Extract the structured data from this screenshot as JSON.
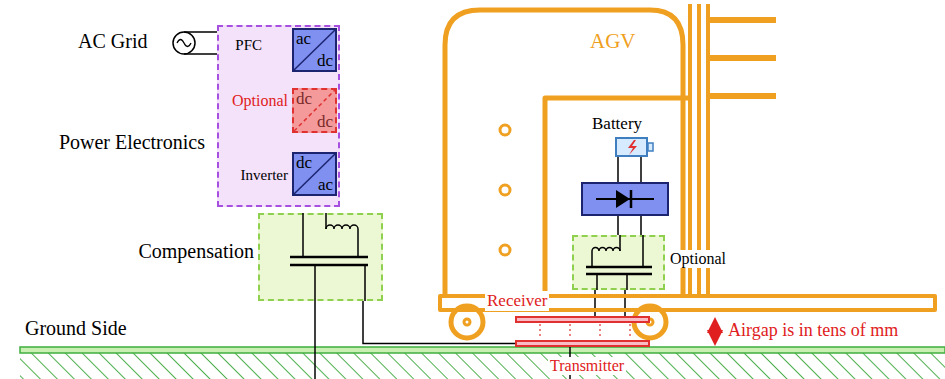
{
  "diagram": {
    "nodes": [
      {
        "text": [
          "AC Grid"
        ]
      },
      {
        "text": [
          "Power Electronics"
        ]
      },
      {
        "text": [
          "PFC",
          "ac",
          "dc"
        ],
        "in": 1
      },
      {
        "text": [
          "Optional",
          "dc",
          "dc"
        ],
        "in": 1
      },
      {
        "text": [
          "Inverter",
          "dc",
          "ac"
        ],
        "in": 1
      },
      {
        "text": [
          "Compensation"
        ]
      },
      {
        "text": [
          "Battery"
        ]
      },
      {
        "text": [
          "Optional"
        ]
      },
      {
        "text": [
          "Receiver"
        ]
      },
      {
        "text": [
          "Transmitter"
        ]
      }
    ],
    "edges": [
      {
        "from": 0,
        "to": 2,
        "arrow": "none"
      },
      {
        "from": 2,
        "to": 3,
        "arrow": "none"
      },
      {
        "from": 3,
        "to": 4,
        "arrow": "none"
      },
      {
        "from": 5,
        "to": 9,
        "arrow": "none"
      },
      {
        "from": 8,
        "to": 7,
        "arrow": "none"
      },
      {
        "from": 7,
        "to": 6,
        "arrow": "none"
      }
    ],
    "labels": [
      "AGV",
      "Ground Side",
      "Airgap is in tens of mm"
    ]
  }
}
